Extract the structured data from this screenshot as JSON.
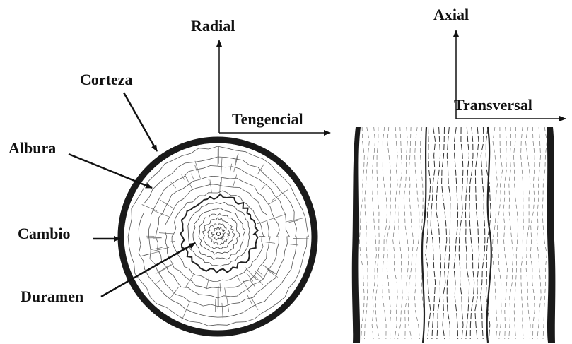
{
  "labels": {
    "radial": "Radial",
    "tengencial": "Tengencial",
    "axial": "Axial",
    "transversal": "Transversal",
    "corteza": "Corteza",
    "albura": "Albura",
    "cambio": "Cambio",
    "duramen": "Duramen"
  },
  "colors": {
    "bark": "#1a1a1a",
    "line": "#444444",
    "background": "#ffffff"
  }
}
